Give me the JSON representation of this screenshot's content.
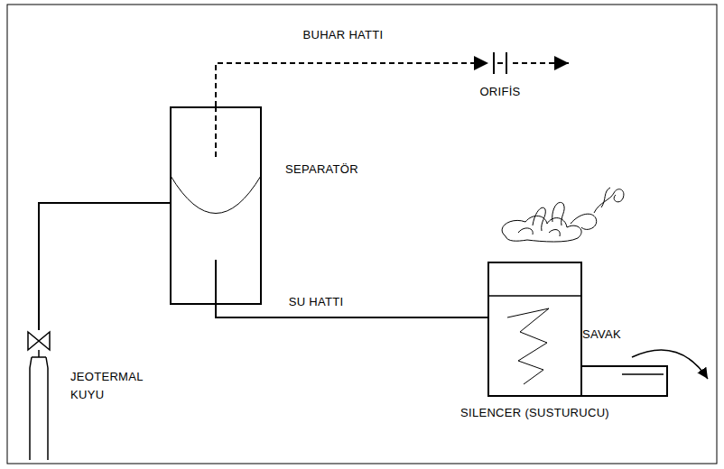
{
  "diagram": {
    "nodes": [
      {
        "text": [
          "SEPARATÖR"
        ]
      },
      {
        "text": [
          "ORIFİS"
        ]
      },
      {
        "text": [
          "SILENCER (SUSTURUCU)"
        ]
      },
      {
        "text": [
          "SAVAK"
        ]
      },
      {
        "text": [
          "JEOTERMAL KUYU"
        ]
      }
    ],
    "edges": [
      {
        "from": 4,
        "to": 0,
        "arrow": "none"
      },
      {
        "from": 0,
        "to": 1,
        "arrow": "to",
        "label": "BUHAR HATTI"
      },
      {
        "from": 0,
        "to": 2,
        "arrow": "none",
        "label": "SU HATTI"
      }
    ]
  }
}
